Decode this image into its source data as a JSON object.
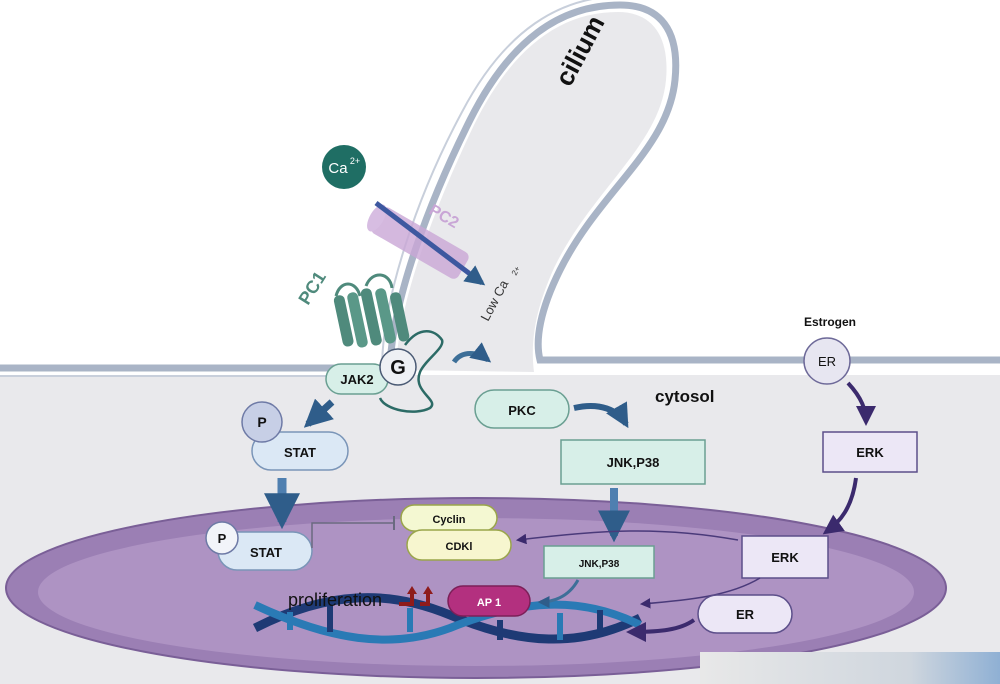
{
  "labels": {
    "cilium": "cilium",
    "cytosol": "cytosol",
    "estrogen": "Estrogen",
    "ca_ion": "Ca",
    "ca_charge": "2+",
    "pc2": "PC2",
    "pc1": "PC1",
    "low_ca": "Low Ca",
    "low_ca_charge": "2+",
    "proliferation": "proliferation"
  },
  "nodes": {
    "jak2": "JAK2",
    "g_protein": "G",
    "phospho_top": "P",
    "stat_top": "STAT",
    "phospho_nuc": "P",
    "stat_nuc": "STAT",
    "pkc": "PKC",
    "jnk_p38_cyto": "JNK,P38",
    "jnk_p38_nuc": "JNK,P38",
    "cyclin": "Cyclin",
    "cdk": "CDKl",
    "ap1": "AP 1",
    "er_cyto": "ER",
    "erk_cyto": "ERK",
    "erk_nuc": "ERK",
    "er_nuc": "ER"
  },
  "colors": {
    "membrane": "#a9b4c6",
    "cytoplasm": "#e9e9ec",
    "nucleus": "#9b7fb4",
    "nucleus_inner": "#b49ac8",
    "teal_node": "#d7efe8",
    "blue_node": "#dbe8f5",
    "lavender_node": "#ece7f6",
    "ap1": "#b3307f",
    "arrow_blue": "#2f5d8a",
    "arrow_purple": "#3b2a6d",
    "pc1": "#4f8a7c",
    "pc2": "#c9a6d6",
    "ca_ion": "#1f6e64"
  }
}
